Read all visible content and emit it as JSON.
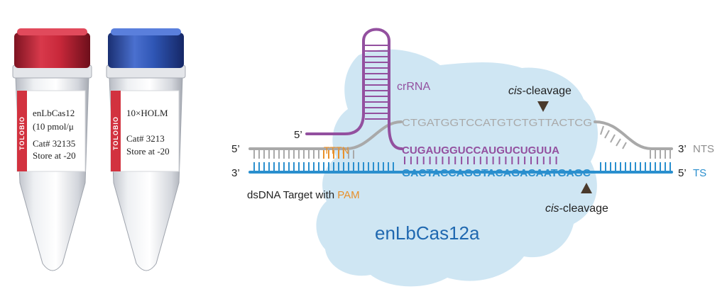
{
  "tubes": [
    {
      "cap_color": "#c8283a",
      "brand": "TOLOBIO",
      "label_lines": [
        "enLbCas12",
        "(10 pmol/μ",
        "Cat# 32135",
        "Store at -20"
      ]
    },
    {
      "cap_color": "#2f56b5",
      "brand": "TOLOBIO",
      "label_lines": [
        "10×HOLM",
        "",
        "Cat# 3213",
        "Store at -20"
      ]
    }
  ],
  "diagram": {
    "protein_label": "enLbCas12a",
    "crrna_label": "crRNA",
    "crrna_5prime": "5’",
    "nts_5prime": "5’",
    "nts_3prime": "3’",
    "nts_label": "NTS",
    "ts_3prime": "3’",
    "ts_5prime": "5’",
    "ts_label": "TS",
    "pam_seq": "TTTN",
    "nts_seq": "CTGATGGTCCATGTCTGTTACTCG",
    "crrna_seq": "CUGAUGGUCCAUGUCUGUUA",
    "ts_seq": "GACTACCAGGTACAGACAATGAGC",
    "target_text": "dsDNA Target with ",
    "target_pam": "PAM",
    "cleavage_italic": "cis",
    "cleavage_rest": "-cleavage"
  },
  "colors": {
    "blob": "#cfe6f3",
    "nts": "#a9a9a9",
    "ts": "#2a8fce",
    "crrna": "#93509f",
    "pam": "#e8902a",
    "protein_text": "#1f68b0",
    "arrow": "#4a3a2c"
  }
}
